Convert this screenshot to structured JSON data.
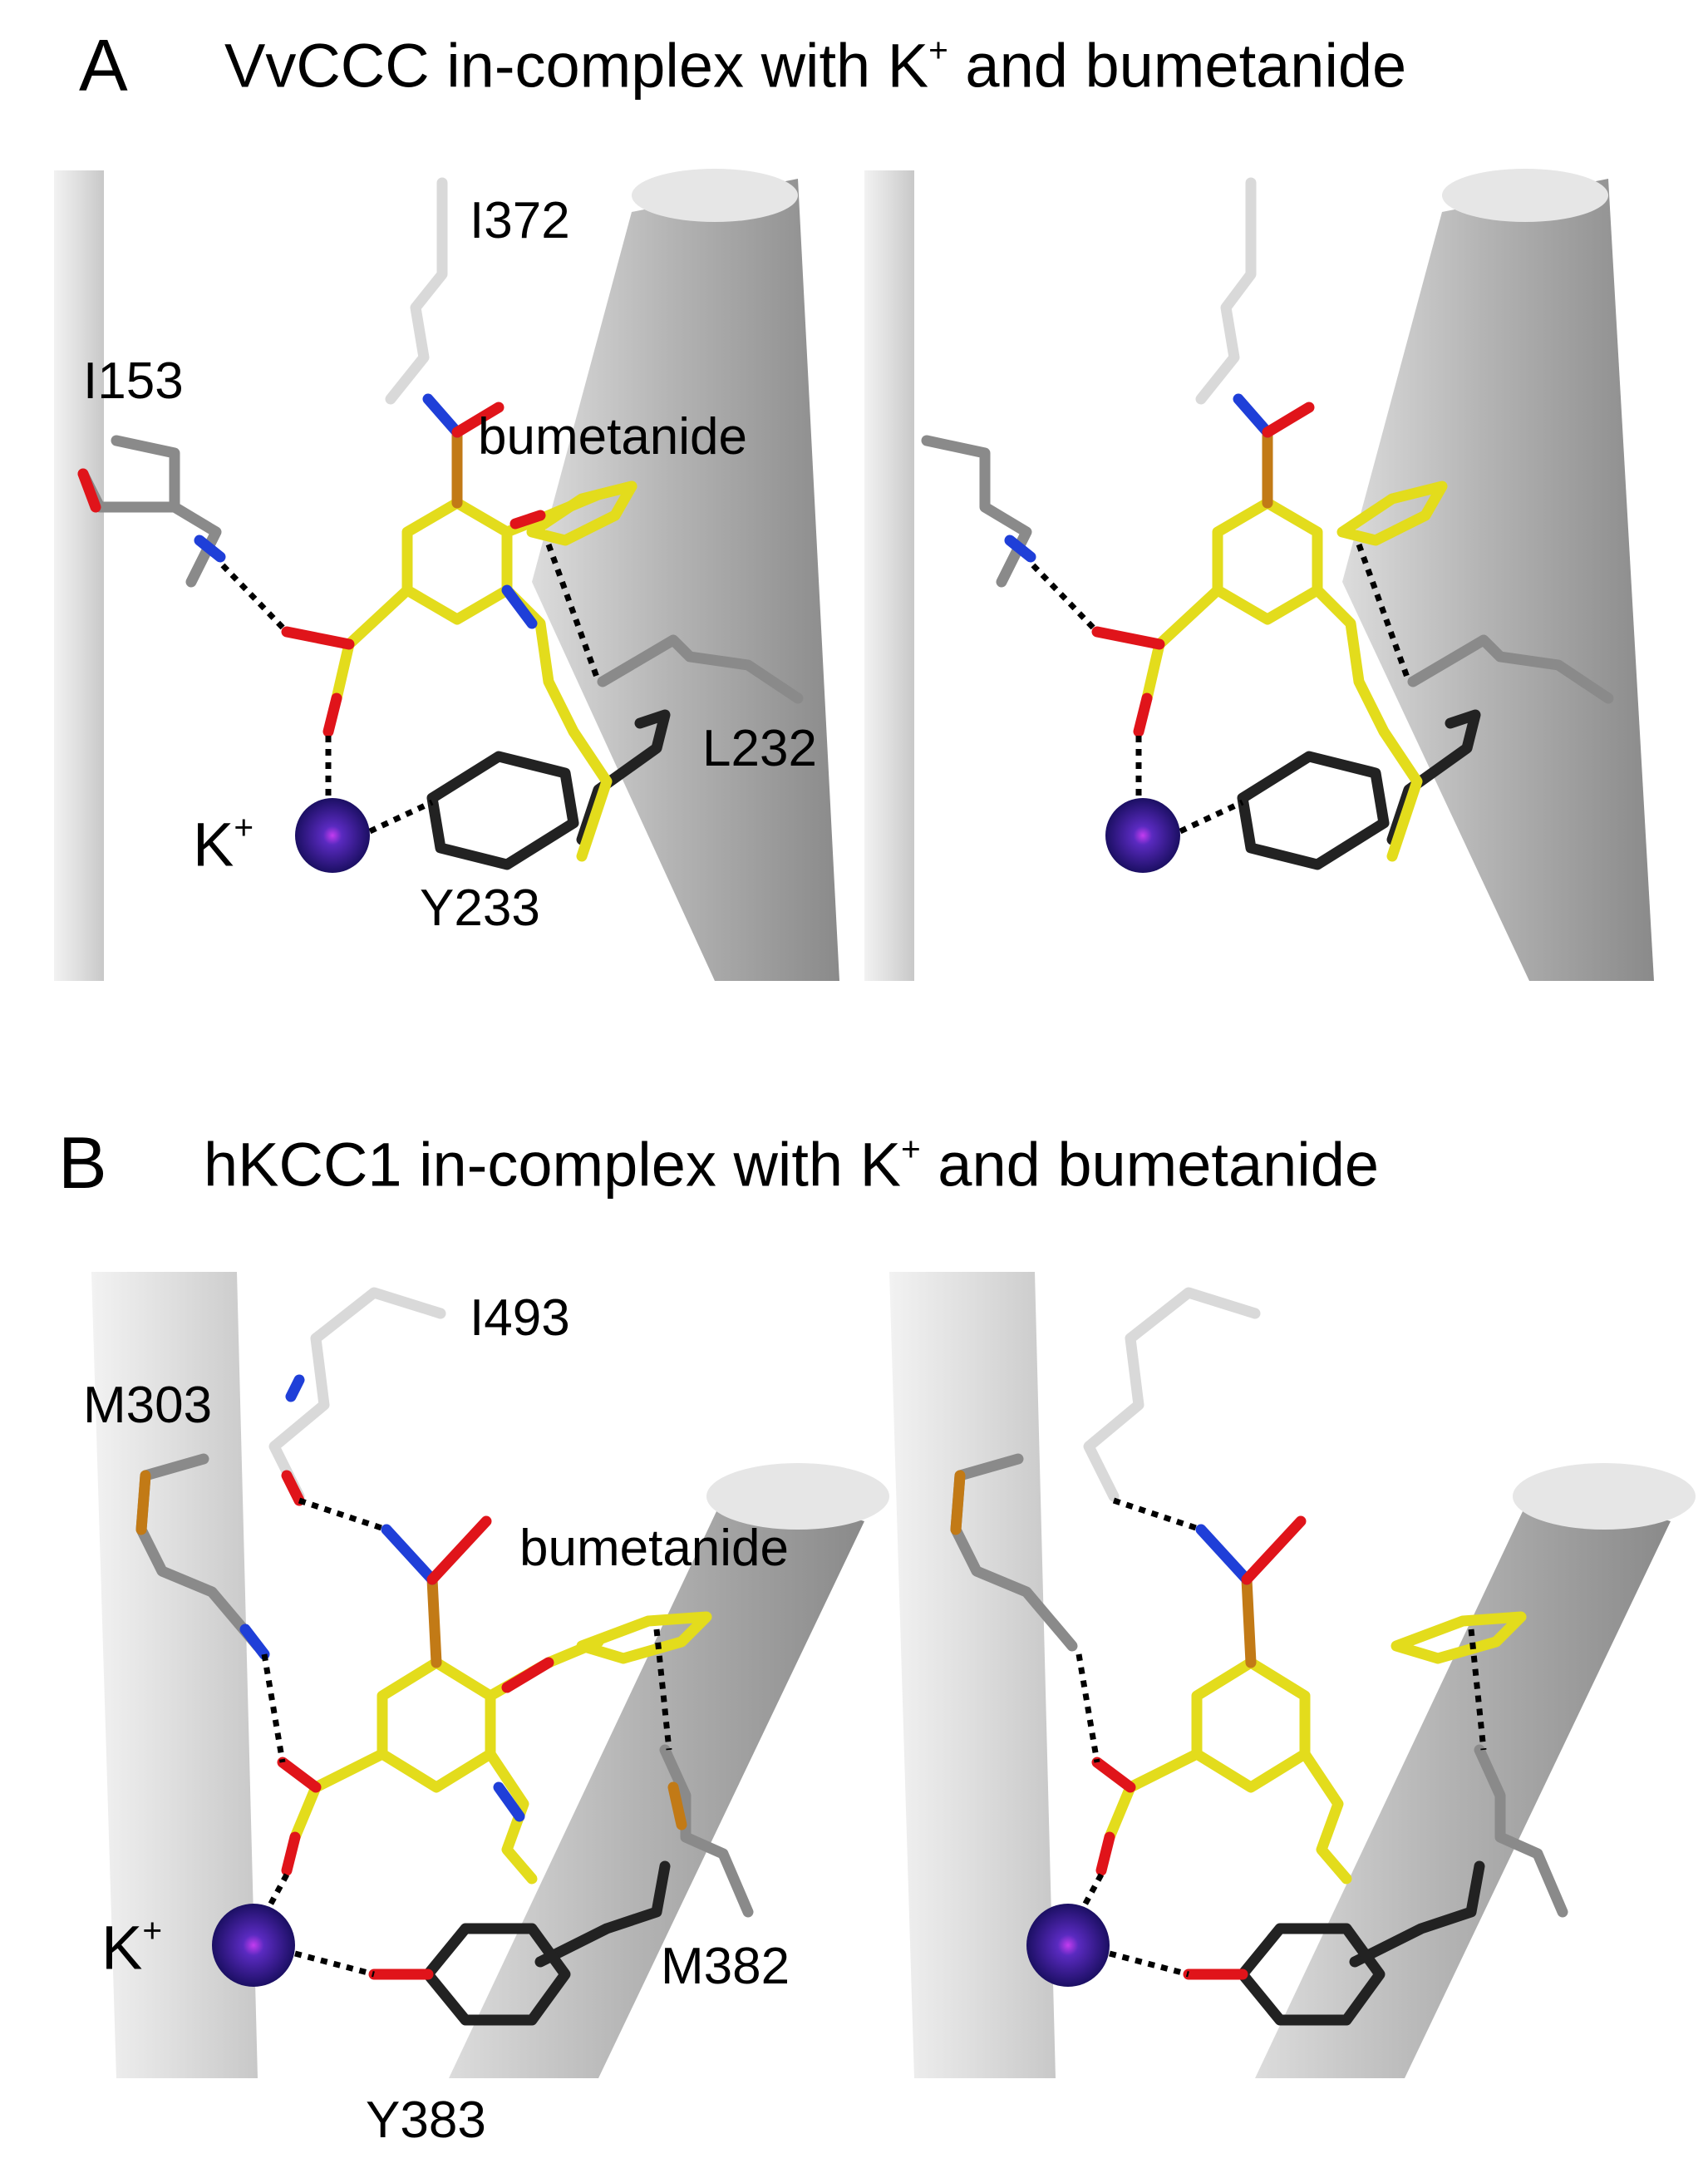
{
  "panels": [
    {
      "letter": "A",
      "title_prefix": "VvCCC in-complex with K",
      "title_sup": "+",
      "title_suffix": " and bumetanide",
      "ion_label": "K",
      "ion_sup": "+",
      "residues": [
        "I372",
        "I153",
        "bumetanide",
        "L232",
        "Y233"
      ]
    },
    {
      "letter": "B",
      "title_prefix": "hKCC1 in-complex with K",
      "title_sup": "+",
      "title_suffix": " and bumetanide",
      "ion_label": "K",
      "ion_sup": "+",
      "residues": [
        "I493",
        "M303",
        "bumetanide",
        "M382",
        "Y383"
      ]
    }
  ],
  "colors": {
    "ligand_carbon": "#e3dc1c",
    "oxygen": "#e0141a",
    "nitrogen": "#1f3fd8",
    "sulfur": "#c27a16",
    "potassium": "#3a1e9c",
    "helix": "#c8c8c8",
    "hbond": "#000000"
  }
}
